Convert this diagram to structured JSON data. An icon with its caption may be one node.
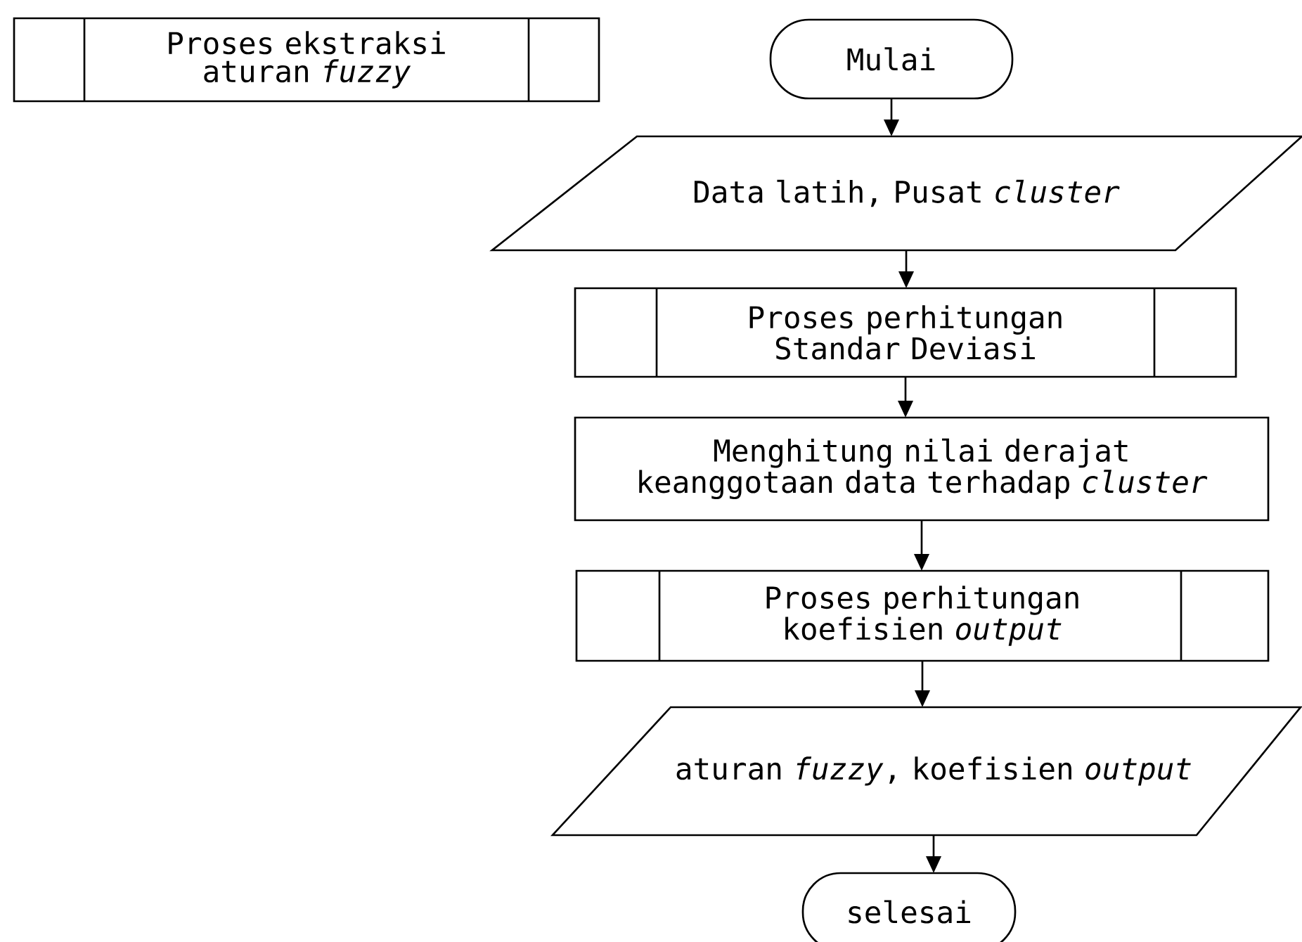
{
  "diagram": {
    "nodes": [
      {
        "text": [
          "Proses ekstraksi aturan *fuzzy*"
        ]
      },
      {
        "text": [
          "Mulai"
        ]
      },
      {
        "text": [
          "Data latih, Pusat *cluster*"
        ]
      },
      {
        "text": [
          "Proses perhitungan Standar Deviasi"
        ]
      },
      {
        "text": [
          "Menghitung nilai derajat keanggotaan data terhadap *cluster*"
        ]
      },
      {
        "text": [
          "Proses perhitungan koefisien *output*"
        ]
      },
      {
        "text": [
          "aturan *fuzzy*, koefisien *output*"
        ]
      },
      {
        "text": [
          "selesai"
        ]
      }
    ],
    "edges": [
      {
        "from": 1,
        "to": 2,
        "arrow": "to"
      },
      {
        "from": 2,
        "to": 3,
        "arrow": "to"
      },
      {
        "from": 3,
        "to": 4,
        "arrow": "to"
      },
      {
        "from": 4,
        "to": 5,
        "arrow": "to"
      },
      {
        "from": 5,
        "to": 6,
        "arrow": "to"
      },
      {
        "from": 6,
        "to": 7,
        "arrow": "to"
      }
    ]
  }
}
